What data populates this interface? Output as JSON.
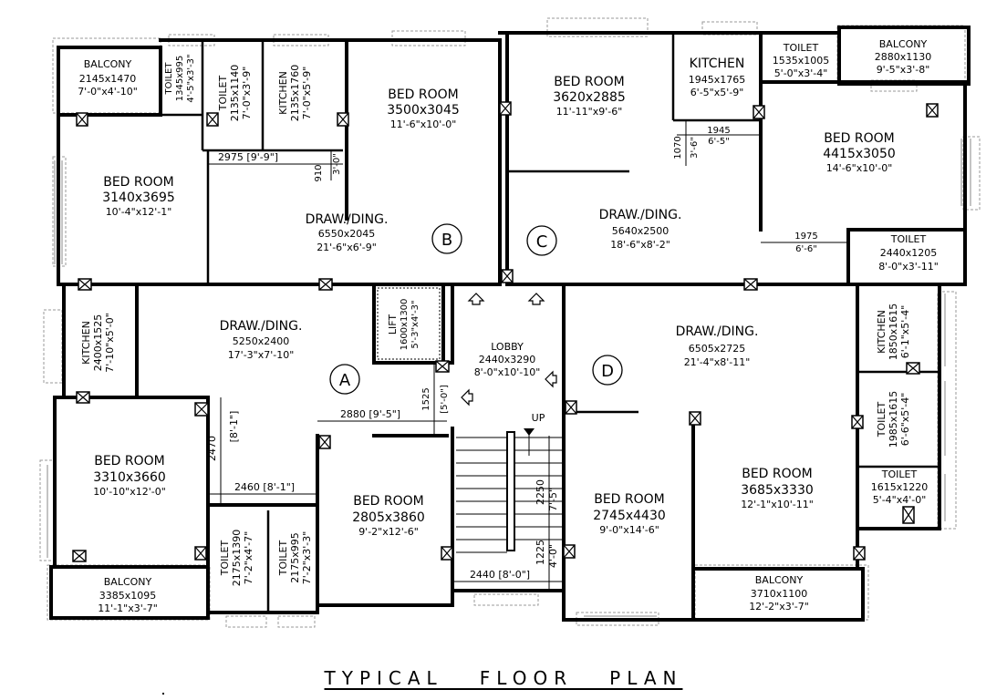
{
  "title": "TYPICAL   FLOOR   PLAN",
  "rooms": [
    {
      "name": "BALCONY",
      "size": "2145x1470",
      "imperial": "7'-0\"x4'-10\""
    },
    {
      "name": "TOILET",
      "size": "1345x995",
      "imperial": "4'-5\"x3'-3\""
    },
    {
      "name": "TOILET",
      "size": "2135x1140",
      "imperial": "7'-0\"x3'-9\""
    },
    {
      "name": "KITCHEN",
      "size": "2135x1760",
      "imperial": "7'-0\"x5'-9\""
    },
    {
      "name": "BED ROOM",
      "size": "3500x3045",
      "imperial": "11'-6\"x10'-0\""
    },
    {
      "name": "BED ROOM",
      "size": "3140x3695",
      "imperial": "10'-4\"x12'-1\""
    },
    {
      "name": "DRAW./DING.",
      "size": "6550x2045",
      "imperial": "21'-6\"x6'-9\""
    },
    {
      "name": "BED ROOM",
      "size": "3620x2885",
      "imperial": "11'-11\"x9'-6\""
    },
    {
      "name": "KITCHEN",
      "size": "1945x1765",
      "imperial": "6'-5\"x5'-9\""
    },
    {
      "name": "TOILET",
      "size": "1535x1005",
      "imperial": "5'-0\"x3'-4\""
    },
    {
      "name": "BALCONY",
      "size": "2880x1130",
      "imperial": "9'-5\"x3'-8\""
    },
    {
      "name": "BED ROOM",
      "size": "4415x3050",
      "imperial": "14'-6\"x10'-0\""
    },
    {
      "name": "DRAW./DING.",
      "size": "5640x2500",
      "imperial": "18'-6\"x8'-2\""
    },
    {
      "name": "TOILET",
      "size": "2440x1205",
      "imperial": "8'-0\"x3'-11\""
    },
    {
      "name": "KITCHEN",
      "size": "2400x1525",
      "imperial": "7'-10\"x5'-0\""
    },
    {
      "name": "DRAW./DING.",
      "size": "5250x2400",
      "imperial": "17'-3\"x7'-10\""
    },
    {
      "name": "LIFT",
      "size": "1600x1300",
      "imperial": "5'-3\"x4'-3\""
    },
    {
      "name": "LOBBY",
      "size": "2440x3290",
      "imperial": "8'-0\"x10'-10\""
    },
    {
      "name": "DRAW./DING.",
      "size": "6505x2725",
      "imperial": "21'-4\"x8'-11\""
    },
    {
      "name": "KITCHEN",
      "size": "1850x1615",
      "imperial": "6'-1\"x5'-4\""
    },
    {
      "name": "BED ROOM",
      "size": "3310x3660",
      "imperial": "10'-10\"x12'-0\""
    },
    {
      "name": "BED ROOM",
      "size": "2805x3860",
      "imperial": "9'-2\"x12'-6\""
    },
    {
      "name": "TOILET",
      "size": "2175x1390",
      "imperial": "7'-2\"x4'-7\""
    },
    {
      "name": "TOILET",
      "size": "2175x995",
      "imperial": "7'-2\"x3'-3\""
    },
    {
      "name": "BALCONY",
      "size": "3385x1095",
      "imperial": "11'-1\"x3'-7\""
    },
    {
      "name": "BED ROOM",
      "size": "2745x4430",
      "imperial": "9'-0\"x14'-6\""
    },
    {
      "name": "BED ROOM",
      "size": "3685x3330",
      "imperial": "12'-1\"x10'-11\""
    },
    {
      "name": "TOILET",
      "size": "1985x1615",
      "imperial": "6'-6\"x5'-4\""
    },
    {
      "name": "TOILET",
      "size": "1615x1220",
      "imperial": "5'-4\"x4'-0\""
    },
    {
      "name": "BALCONY",
      "size": "3710x1100",
      "imperial": "12'-2\"x3'-7\""
    }
  ],
  "units": [
    "A",
    "B",
    "C",
    "D"
  ],
  "stair_label": "UP",
  "dimensions": [
    "2975 [9'-9\"]",
    "910",
    "3'-0\"",
    "1945",
    "6'-5\"",
    "1070",
    "3'-6\"",
    "1975",
    "6'-6\"",
    "2880 [9'-5\"]",
    "1525",
    "[5'-0\"]",
    "2470",
    "[8'-1\"]",
    "2460 [8'-1\"]",
    "2250",
    "7'-5\"",
    "1225",
    "4'-0\"",
    "2440 [8'-0\"]"
  ]
}
